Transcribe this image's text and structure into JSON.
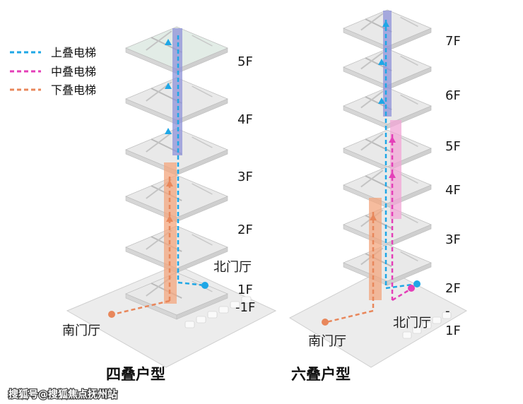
{
  "legend": [
    {
      "label": "上叠电梯",
      "color": "#1fa7e6"
    },
    {
      "label": "中叠电梯",
      "color": "#e43fb8"
    },
    {
      "label": "下叠电梯",
      "color": "#e8875b"
    }
  ],
  "left_tower": {
    "caption": "四叠户型",
    "floors": [
      "5F",
      "4F",
      "3F",
      "2F",
      "1F",
      "-1F"
    ],
    "north_hall": "北门厅",
    "south_hall": "南门厅"
  },
  "right_tower": {
    "caption": "六叠户型",
    "floors": [
      "7F",
      "6F",
      "5F",
      "4F",
      "3F",
      "2F",
      "-",
      "1F"
    ],
    "north_hall": "北门厅",
    "south_hall": "南门厅"
  },
  "watermark": "搜狐号@搜狐焦点抚州站",
  "colors": {
    "slab": "#e9e9e9",
    "slab_edge": "#bdbdbd",
    "wall": "#f6f6f6",
    "upper_elev": "#8e92d8",
    "middle_elev": "#f2a6d6",
    "lower_elev": "#f3a57e"
  }
}
